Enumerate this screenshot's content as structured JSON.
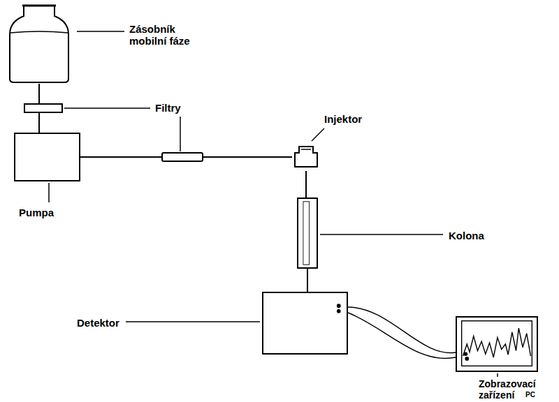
{
  "diagram": {
    "nodes": [
      {
        "text": [
          "Zásobník mobilní fáze"
        ]
      },
      {
        "text": [
          "Pumpa"
        ]
      },
      {
        "text": [
          "Injektor"
        ]
      },
      {
        "text": [
          "Kolona"
        ]
      },
      {
        "text": [
          "Detektor"
        ]
      },
      {
        "text": [
          "Zobrazovací zařízení",
          "PC"
        ]
      }
    ],
    "edges": [
      {
        "from": 0,
        "to": 1,
        "arrow": "none"
      },
      {
        "from": 1,
        "to": 2,
        "arrow": "none"
      },
      {
        "from": 2,
        "to": 3,
        "arrow": "none"
      },
      {
        "from": 3,
        "to": 4,
        "arrow": "none"
      },
      {
        "from": 4,
        "to": 5,
        "arrow": "none"
      }
    ],
    "labels": [
      "Filtry"
    ]
  }
}
